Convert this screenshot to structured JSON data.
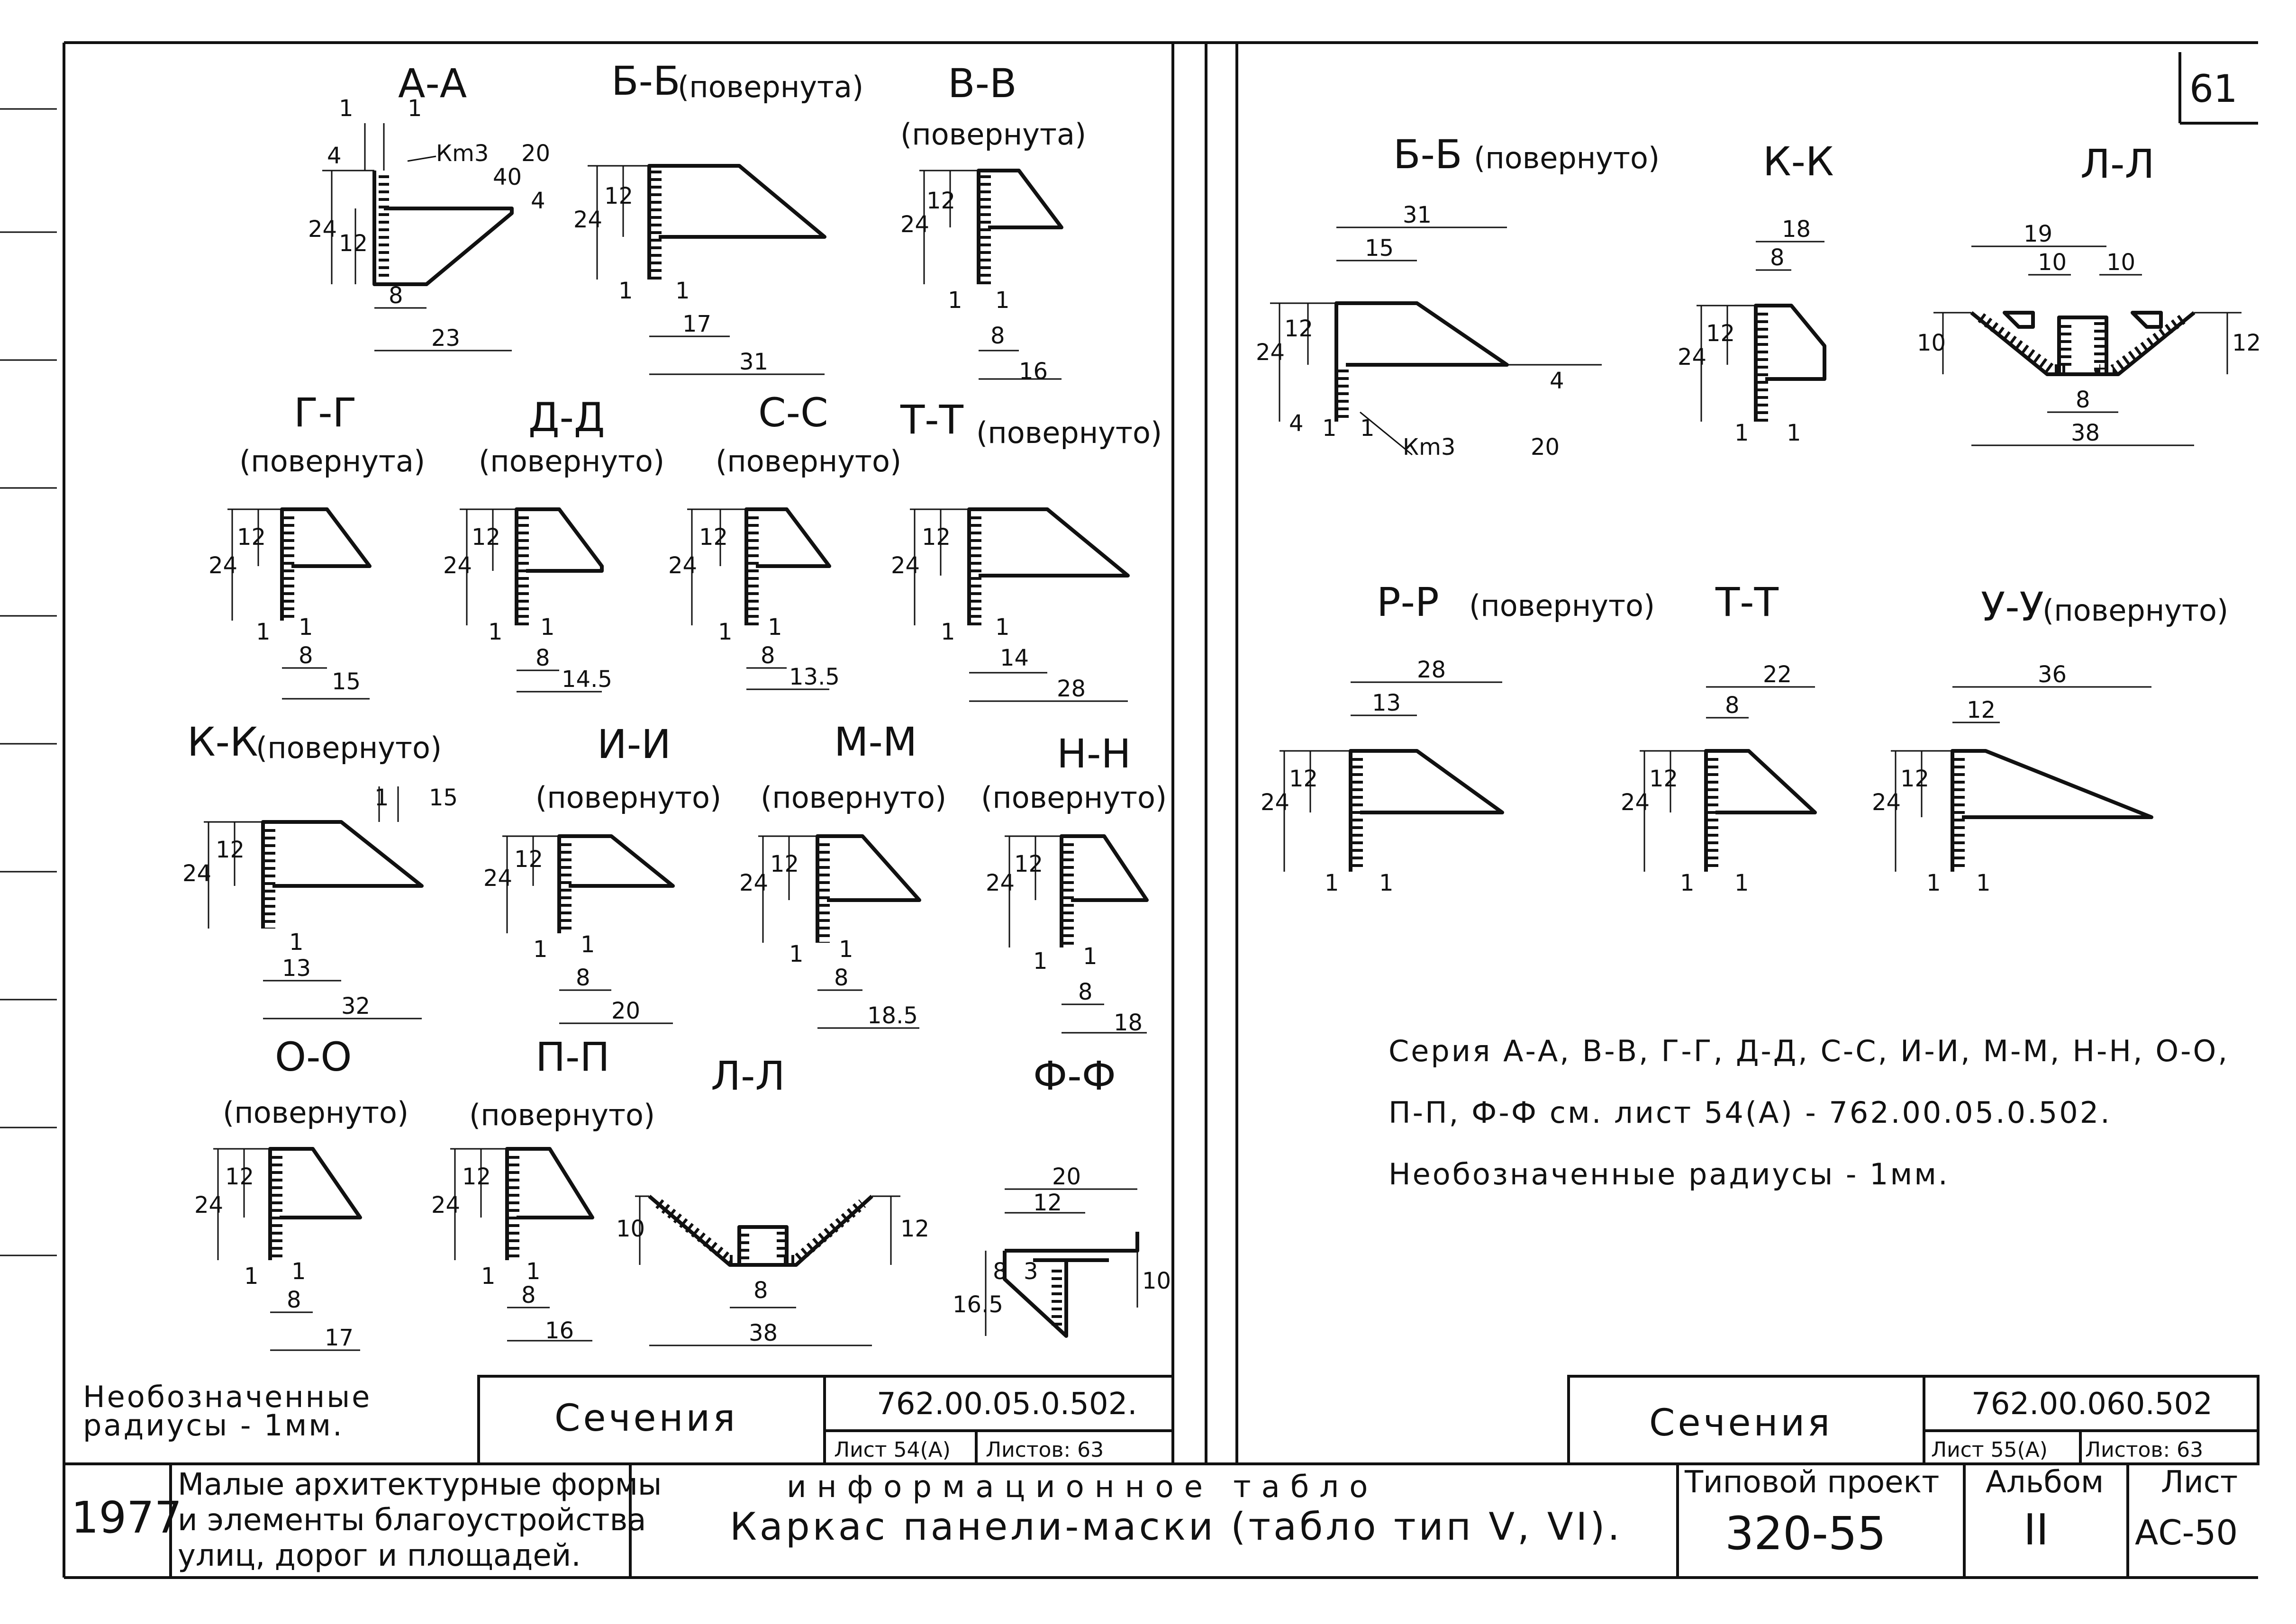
{
  "sheet": {
    "number": "61",
    "left_panel": {
      "sections": [
        {
          "id": "aa",
          "title": "А-А",
          "sub": "",
          "dims": [
            "1",
            "1",
            "4",
            "Кm3",
            "40",
            "20",
            "4",
            "24",
            "12",
            "8",
            "23"
          ]
        },
        {
          "id": "bb",
          "title": "Б-Б",
          "sub": "(повернута)",
          "dims": [
            "12",
            "24",
            "1",
            "1",
            "17",
            "31"
          ]
        },
        {
          "id": "vv",
          "title": "В-В",
          "sub": "(повернута)",
          "dims": [
            "12",
            "24",
            "1",
            "1",
            "8",
            "16"
          ]
        },
        {
          "id": "gg",
          "title": "Г-Г",
          "sub": "(повернута)",
          "dims": [
            "24",
            "12",
            "1",
            "1",
            "8",
            "15"
          ]
        },
        {
          "id": "dd",
          "title": "Д-Д",
          "sub": "(повернуто)",
          "dims": [
            "24",
            "12",
            "1",
            "1",
            "8",
            "14.5"
          ]
        },
        {
          "id": "ss",
          "title": "С-С",
          "sub": "(повернуто)",
          "dims": [
            "24",
            "12",
            "1",
            "1",
            "8",
            "13.5"
          ]
        },
        {
          "id": "tt",
          "title": "Т-Т",
          "sub": "(повернуто)",
          "dims": [
            "24",
            "12",
            "1",
            "1",
            "14",
            "28"
          ]
        },
        {
          "id": "kk",
          "title": "К-К",
          "sub": "(повернуто)",
          "dims": [
            "1",
            "15",
            "24",
            "12",
            "1",
            "13",
            "32"
          ]
        },
        {
          "id": "ii",
          "title": "И-И",
          "sub": "(повернуто)",
          "dims": [
            "24",
            "12",
            "1",
            "1",
            "8",
            "20"
          ]
        },
        {
          "id": "mm",
          "title": "М-М",
          "sub": "(повернуто)",
          "dims": [
            "24",
            "12",
            "1",
            "1",
            "8",
            "18.5"
          ]
        },
        {
          "id": "nn",
          "title": "Н-Н",
          "sub": "(повернуто)",
          "dims": [
            "24",
            "12",
            "1",
            "1",
            "8",
            "18"
          ]
        },
        {
          "id": "oo",
          "title": "О-О",
          "sub": "(повернуто)",
          "dims": [
            "24",
            "12",
            "1",
            "1",
            "8",
            "17"
          ]
        },
        {
          "id": "pp",
          "title": "П-П",
          "sub": "(повернуто)",
          "dims": [
            "24",
            "12",
            "1",
            "1",
            "8",
            "16"
          ]
        },
        {
          "id": "ll",
          "title": "Л-Л",
          "sub": "",
          "dims": [
            "10",
            "12",
            "8",
            "38"
          ]
        },
        {
          "id": "ff",
          "title": "Ф-Ф",
          "sub": "",
          "dims": [
            "20",
            "12",
            "8",
            "3",
            "16.5",
            "10"
          ]
        }
      ],
      "note_line1": "Необозначенные",
      "note_line2": "радиусы - 1мм.",
      "stamp_title": "Сечения",
      "stamp_code": "762.00.05.0.502.",
      "stamp_sheet": "Лист 54(А)",
      "stamp_sheets": "Листов: 63"
    },
    "right_panel": {
      "sections": [
        {
          "id": "bb2",
          "title": "Б-Б",
          "sub": "(повернуто)",
          "dims": [
            "31",
            "15",
            "24",
            "12",
            "4",
            "4",
            "1",
            "1",
            "Кm3",
            "20"
          ]
        },
        {
          "id": "kk2",
          "title": "К-К",
          "sub": "",
          "dims": [
            "18",
            "8",
            "24",
            "12",
            "1",
            "1"
          ]
        },
        {
          "id": "ll2",
          "title": "Л-Л",
          "sub": "",
          "dims": [
            "19",
            "10",
            "10",
            "10",
            "12",
            "8",
            "38"
          ]
        },
        {
          "id": "rr2",
          "title": "Р-Р",
          "sub": "(повернуто)",
          "dims": [
            "28",
            "13",
            "24",
            "12",
            "1",
            "1"
          ]
        },
        {
          "id": "tt2",
          "title": "Т-Т",
          "sub": "",
          "dims": [
            "22",
            "8",
            "24",
            "12",
            "1",
            "1"
          ]
        },
        {
          "id": "uu2",
          "title": "У-У",
          "sub": "(повернуто)",
          "dims": [
            "36",
            "12",
            "24",
            "12",
            "1",
            "1"
          ]
        }
      ],
      "note_line1": "Серия А-А, В-В, Г-Г, Д-Д, С-С, И-И, М-М, Н-Н, О-О,",
      "note_line2": "П-П, Ф-Ф см. лист 54(А) - 762.00.05.0.502.",
      "note_line3": "Необозначенные радиусы - 1мм.",
      "stamp_title": "Сечения",
      "stamp_code": "762.00.060.502",
      "stamp_sheet": "Лист 55(А)",
      "stamp_sheets": "Листов: 63"
    },
    "title_block": {
      "year": "1977",
      "project_line1": "Малые архитектурные формы",
      "project_line2": "и элементы благоустройства",
      "project_line3": "улиц, дорог и площадей.",
      "info_line1": "информационное табло",
      "info_line2": "Каркас панели-маски (табло тип V, VI).",
      "typical_project_label": "Типовой проект",
      "typical_project_value": "320-55",
      "album_label": "Альбом",
      "album_value": "II",
      "sheet_label": "Лист",
      "sheet_value": "АС-50"
    }
  }
}
